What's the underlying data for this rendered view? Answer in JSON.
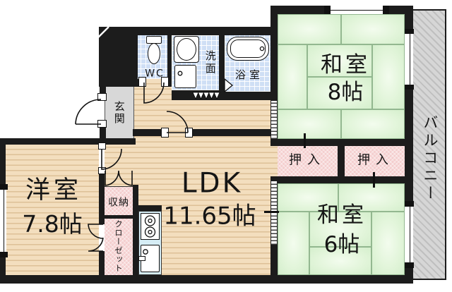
{
  "title": "apartment-floor-plan",
  "rooms": {
    "entrance": {
      "label": "玄関"
    },
    "wc": {
      "label": "WC"
    },
    "washroom": {
      "label": "洗面"
    },
    "bathroom": {
      "label": "浴室"
    },
    "japanese_room_8": {
      "label": "和室",
      "size": "8帖"
    },
    "japanese_room_6": {
      "label": "和室",
      "size": "6帖"
    },
    "western_room": {
      "label": "洋室",
      "size": "7.8帖"
    },
    "ldk": {
      "label": "LDK",
      "size": "11.65帖"
    },
    "storage": {
      "label": "収納"
    },
    "closet": {
      "label": "クローゼット"
    },
    "oshiire_left": {
      "label": "押入"
    },
    "oshiire_right": {
      "label": "押入"
    },
    "balcony": {
      "label": "バルコニー"
    }
  },
  "colors": {
    "wall": "#1c1c1c",
    "wood": "#f3debe",
    "wood_stripe": "#ddc097",
    "tatami": "#d9f0d2",
    "tile": "#cfdff5",
    "pink": "#f4cfcf",
    "genkan_gray": "#d8d8d8",
    "balcony": "#d6d6d6",
    "kitchen": "#d6edf5"
  }
}
